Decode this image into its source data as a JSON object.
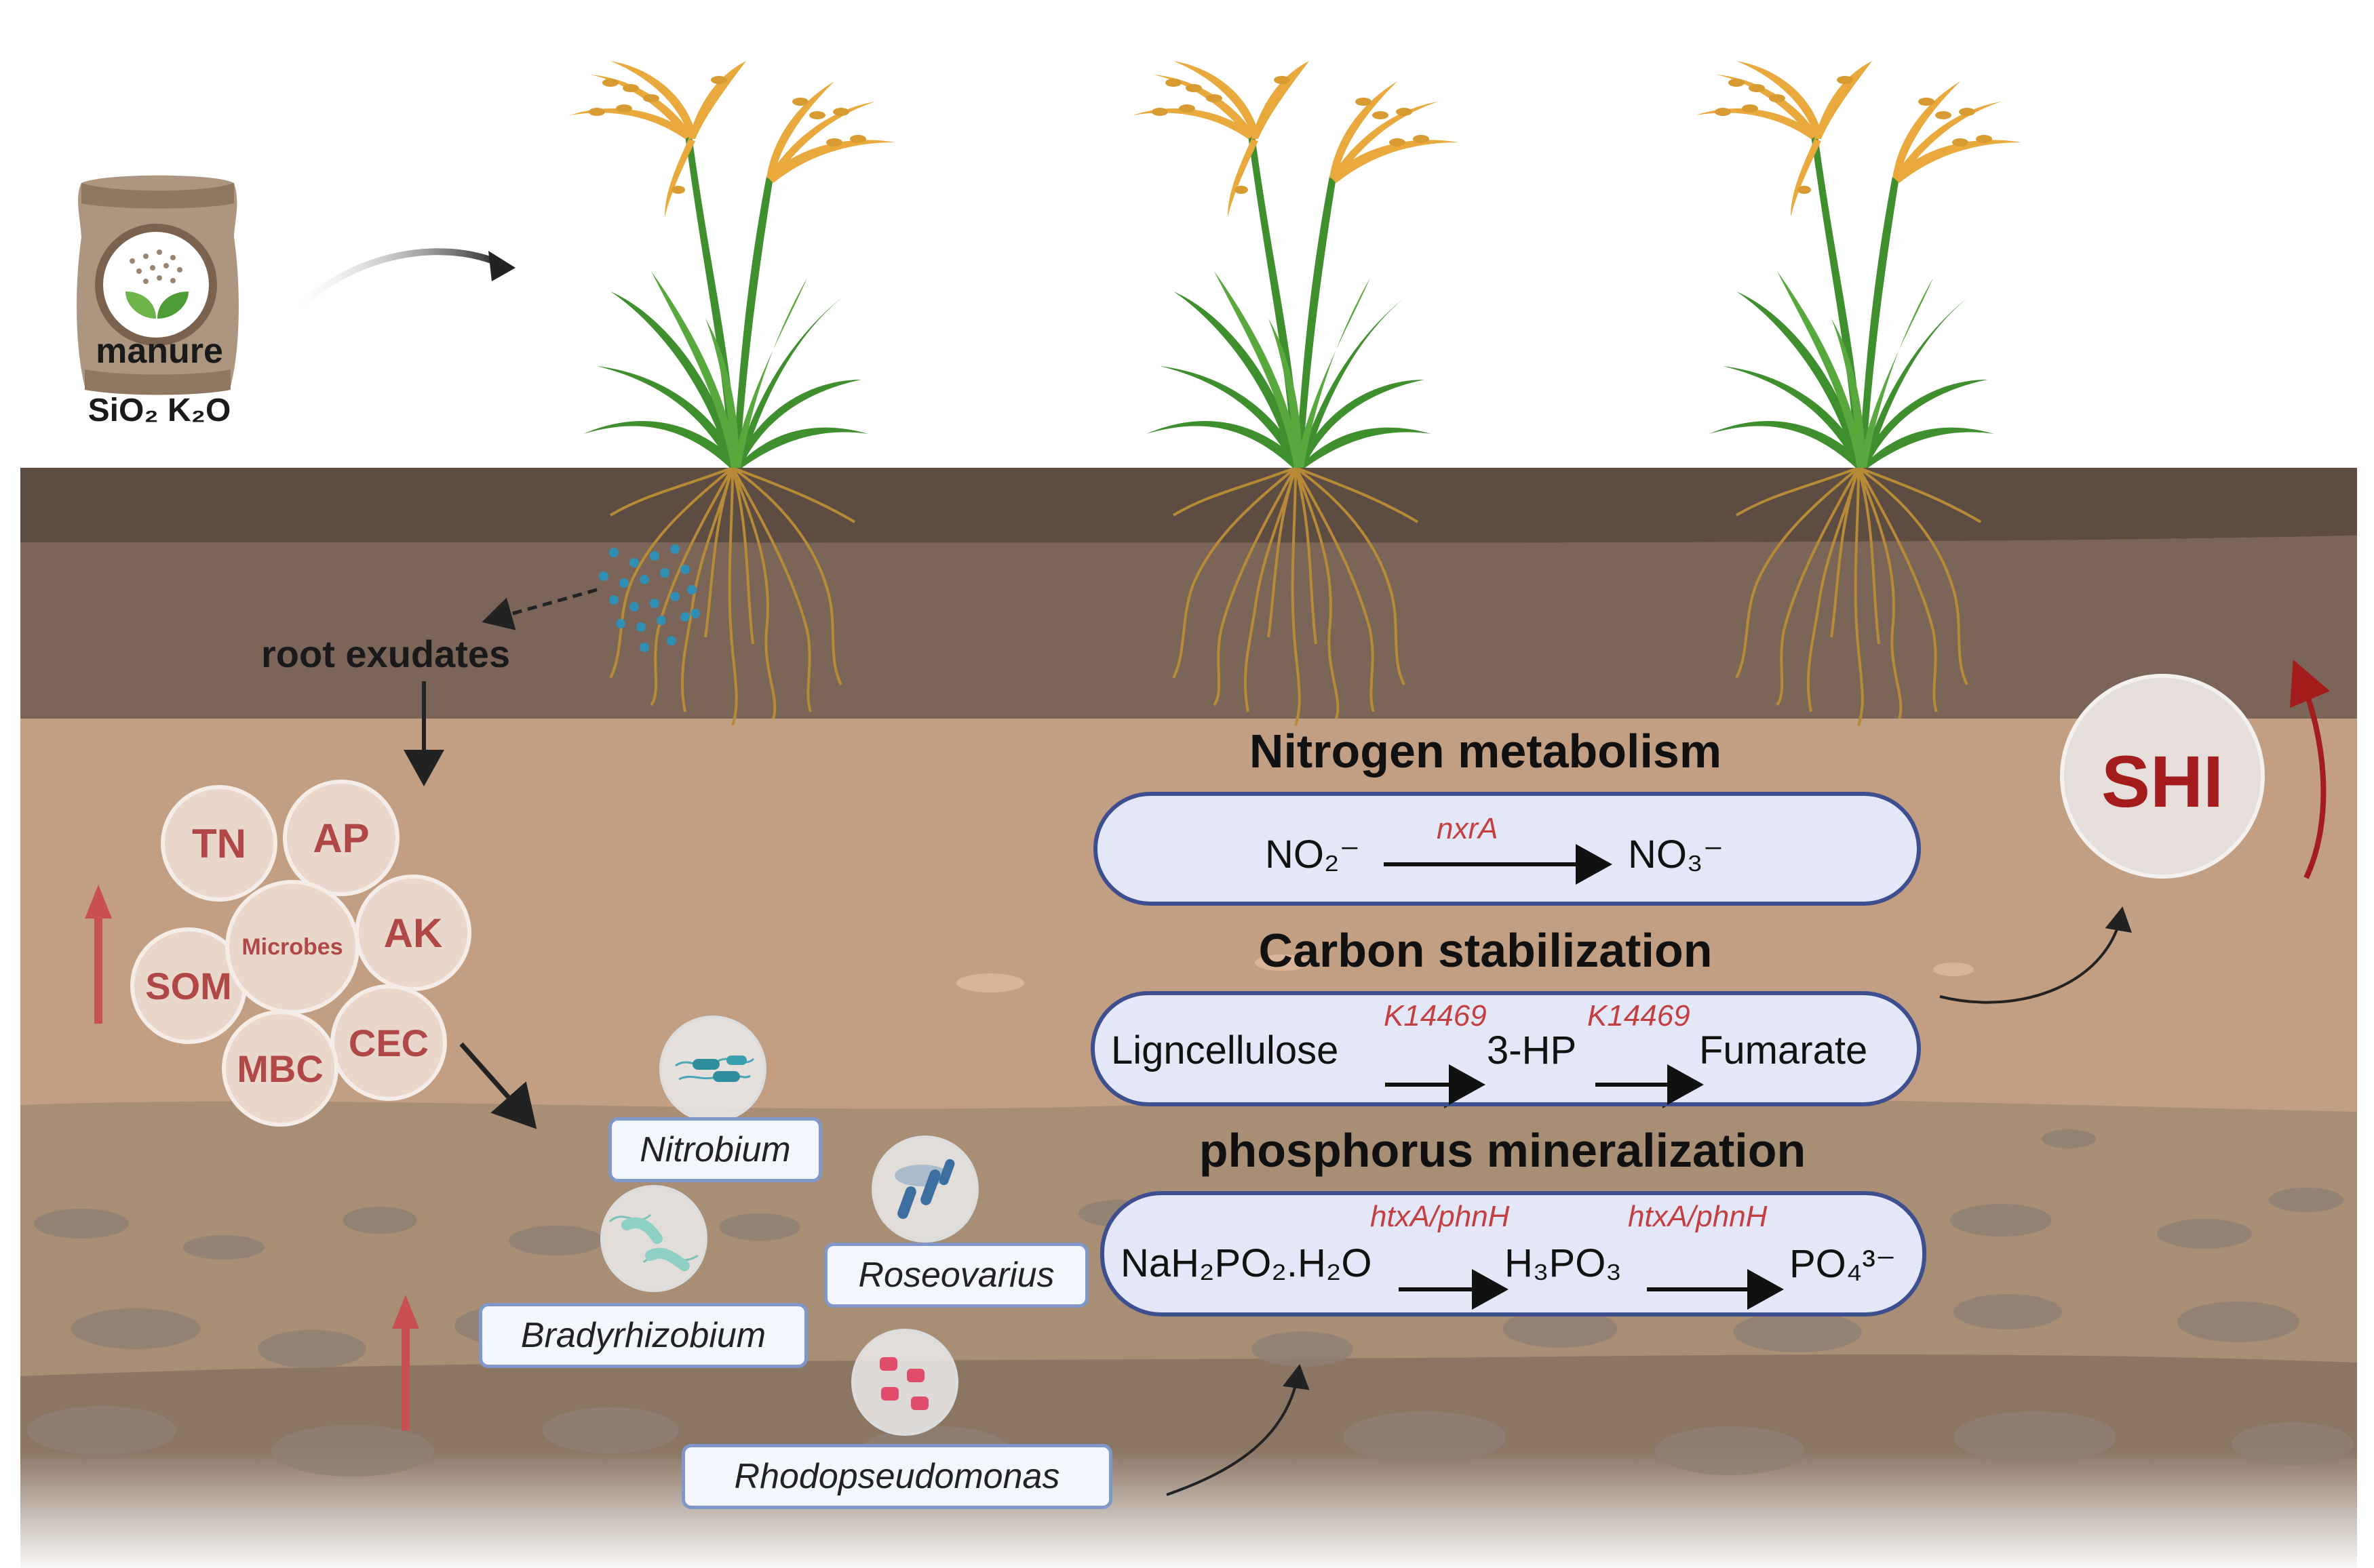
{
  "fertilizer": {
    "bag_label": "manure",
    "components": "SiO₂ K₂O"
  },
  "root_exudates_label": "root exudates",
  "soil_properties": {
    "items": [
      "TN",
      "AP",
      "Microbes",
      "AK",
      "SOM",
      "CEC",
      "MBC"
    ]
  },
  "taxa": [
    "Nitrobium",
    "Bradyrhizobium",
    "Roseovarius",
    "Rhodopseudomonas"
  ],
  "pathways": {
    "nitrogen": {
      "title": "Nitrogen metabolism",
      "from": "NO₂⁻",
      "gene": "nxrA",
      "to": "NO₃⁻"
    },
    "carbon": {
      "title": "Carbon stabilization",
      "substrate": "Ligncellulose",
      "gene1": "K14469",
      "intermediate": "3-HP",
      "gene2": "K14469",
      "product": "Fumarate"
    },
    "phosphorus": {
      "title": "phosphorus mineralization",
      "substrate": "NaH₂PO₂.H₂O",
      "gene1": "htxA/phnH",
      "intermediate": "H₃PO₃",
      "gene2": "htxA/phnH",
      "product": "PO₄³⁻"
    }
  },
  "shi_label": "SHI",
  "colors": {
    "soil_top": "#5d4c42",
    "soil_mid": "#7b6558",
    "soil_low": "#c29e83",
    "soil_deep": "#a78e75",
    "pathway_box": "#e3e7f8",
    "pathway_border": "#3d4f8f",
    "increase_arrow": "#c85050",
    "gene_text": "#c44040",
    "shi_text": "#a51c1c"
  }
}
